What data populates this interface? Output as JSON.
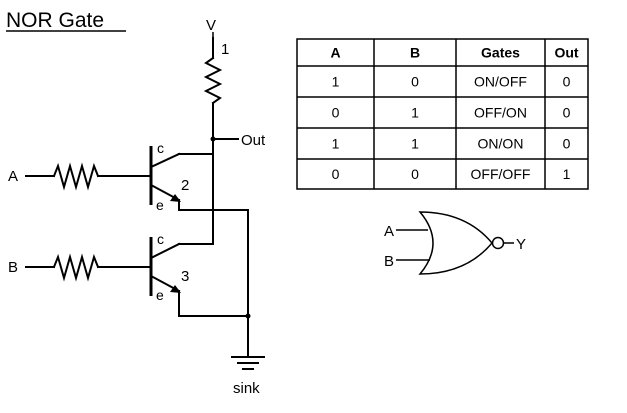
{
  "title": "NOR Gate",
  "circuit": {
    "supply_label": "V",
    "resistor_number": "1",
    "output_label": "Out",
    "input_a_label": "A",
    "input_b_label": "B",
    "transistor_top": {
      "collector": "c",
      "emitter": "e",
      "number": "2"
    },
    "transistor_bottom": {
      "collector": "c",
      "emitter": "e",
      "number": "3"
    },
    "ground_label": "sink"
  },
  "truth_table": {
    "headers": [
      "A",
      "B",
      "Gates",
      "Out"
    ],
    "rows": [
      [
        "1",
        "0",
        "ON/OFF",
        "0"
      ],
      [
        "0",
        "1",
        "OFF/ON",
        "0"
      ],
      [
        "1",
        "1",
        "ON/ON",
        "0"
      ],
      [
        "0",
        "0",
        "OFF/OFF",
        "1"
      ]
    ]
  },
  "gate_symbol": {
    "input_a": "A",
    "input_b": "B",
    "output": "Y"
  }
}
